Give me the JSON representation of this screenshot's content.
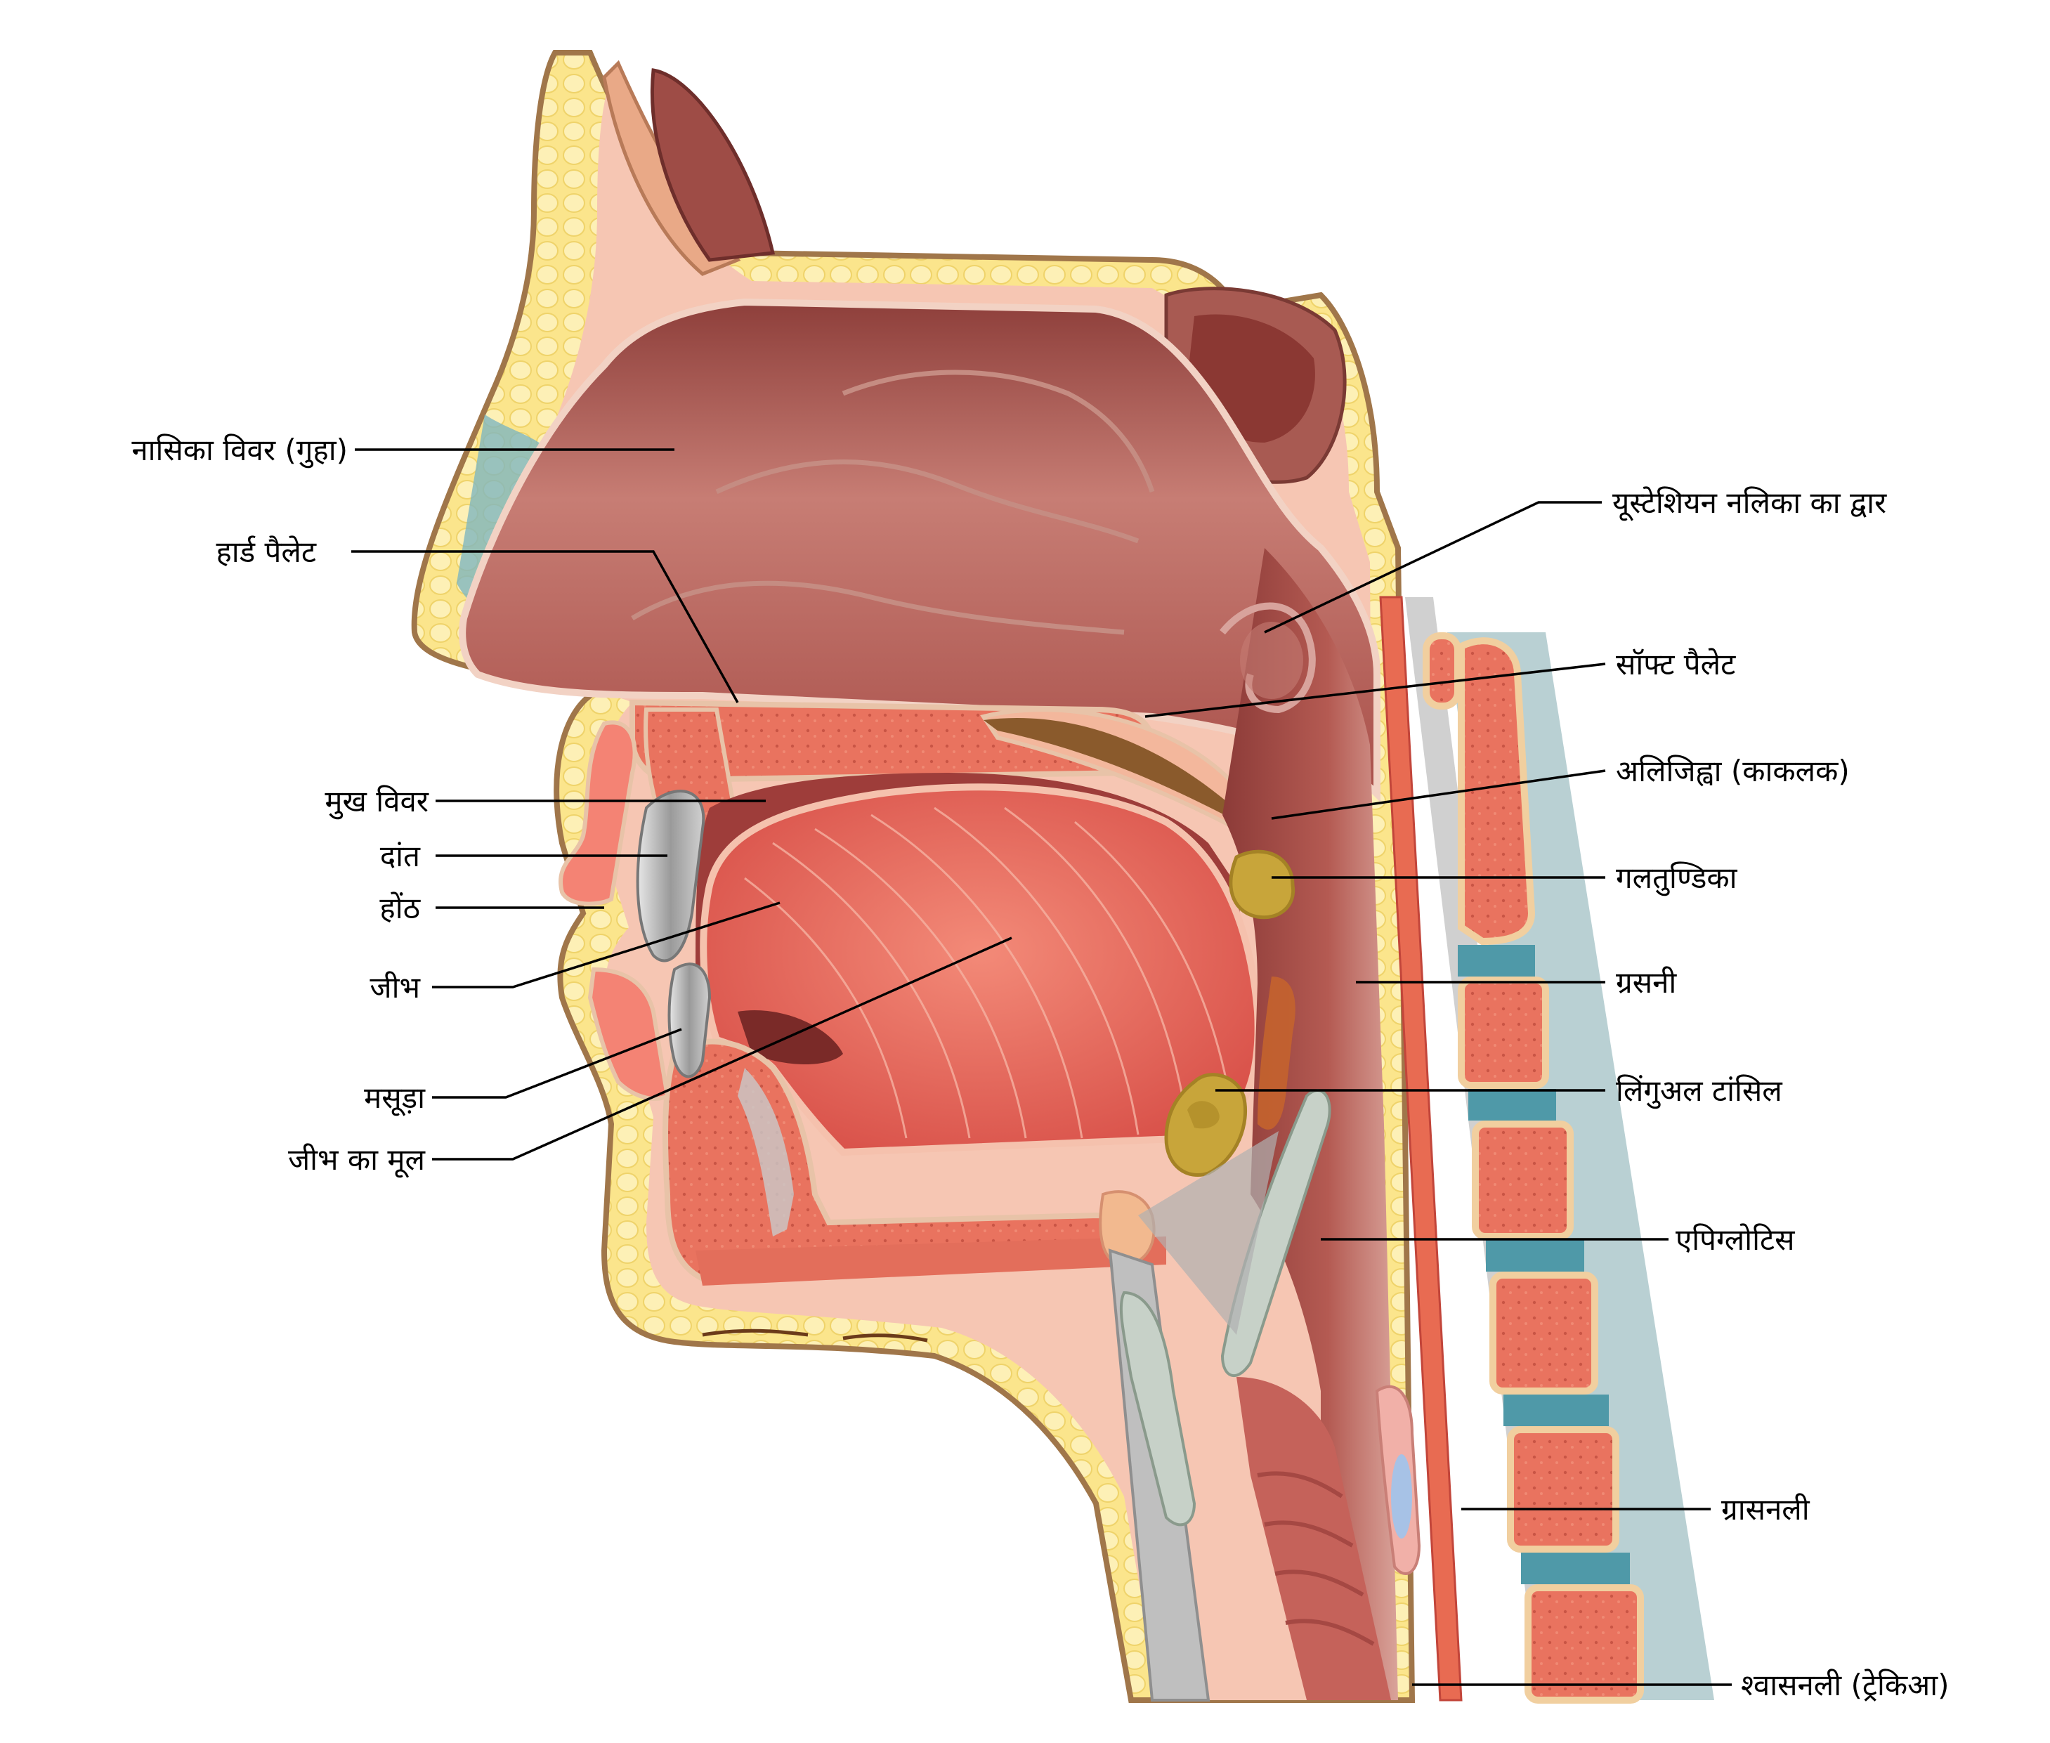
{
  "diagram": {
    "labels": {
      "nasal_cavity": "नासिका विवर (गुहा)",
      "hard_palate": "हार्ड पैलेट",
      "oral_cavity": "मुख विवर",
      "teeth": "दांत",
      "lips": "होंठ",
      "tongue": "जीभ",
      "gums": "मसूड़ा",
      "tongue_root": "जीभ का मूल",
      "eustachian_opening": "यूस्टेशियन नलिका का द्वार",
      "soft_palate": "सॉफ्ट पैलेट",
      "uvula": "अलिजिह्वा (काकलक)",
      "palatine_tonsil": "गलतुण्डिका",
      "pharynx": "ग्रसनी",
      "lingual_tonsil": "लिंगुअल टांसिल",
      "epiglottis": "एपिग्लोटिस",
      "esophagus": "ग्रासनली",
      "trachea": "श्वासनली (ट्रेकिआ)"
    },
    "colors": {
      "skin_outline": "#a0764a",
      "fat_yellow": "#fbe58c",
      "tissue_salmon": "#f2b39a",
      "nasal_cavity": "#b9645c",
      "cavity_dark": "#8e3a37",
      "tongue": "#e86a5a",
      "bone": "#e36e5b",
      "cartilage_blue": "#5aa0ab",
      "tonsil": "#c8a53a",
      "tooth_grey": "#b8b8b8"
    }
  }
}
